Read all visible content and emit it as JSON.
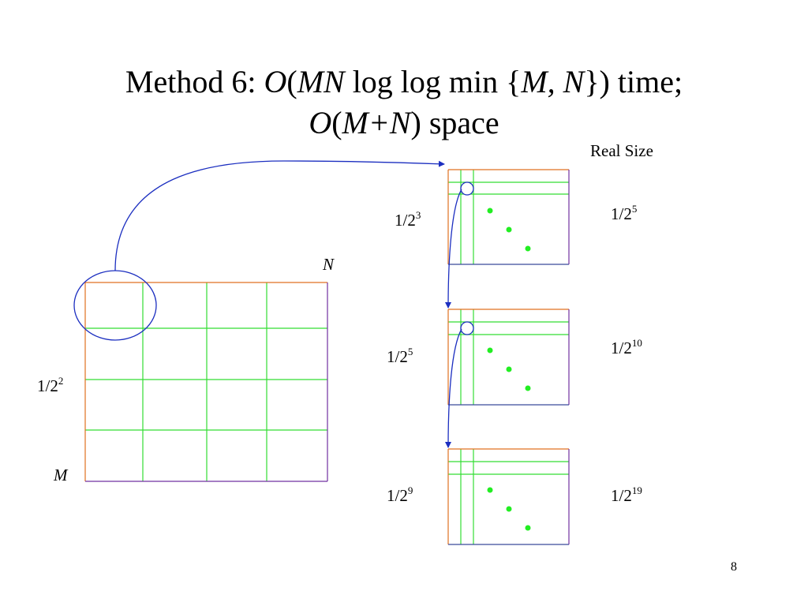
{
  "title": {
    "line1_prefix": "Method 6: ",
    "line1_O": "O",
    "line1_paren_open": "(",
    "line1_MN": "MN",
    "line1_mid": " log log min {",
    "line1_M": "M, N",
    "line1_end": "}) time;",
    "line2_O": "O",
    "line2_paren_open": "(",
    "line2_MN": "M+N",
    "line2_end": ") space"
  },
  "labels": {
    "real_size": "Real Size",
    "n_axis": "N",
    "m_axis": "M",
    "main_scale_base": "1/2",
    "main_scale_exp": "2"
  },
  "subgrids": [
    {
      "scale_base": "1/2",
      "scale_exp": "3",
      "real_base": "1/2",
      "real_exp": "5"
    },
    {
      "scale_base": "1/2",
      "scale_exp": "5",
      "real_base": "1/2",
      "real_exp": "10"
    },
    {
      "scale_base": "1/2",
      "scale_exp": "9",
      "real_base": "1/2",
      "real_exp": "19"
    }
  ],
  "page_number": "8",
  "colors": {
    "grid_line": "#33dd33",
    "border_orange": "#e07020",
    "border_purple": "#7030a0",
    "border_blue": "#3a4a9a",
    "arrow": "#1c2fc0",
    "dot": "#22ee22"
  }
}
